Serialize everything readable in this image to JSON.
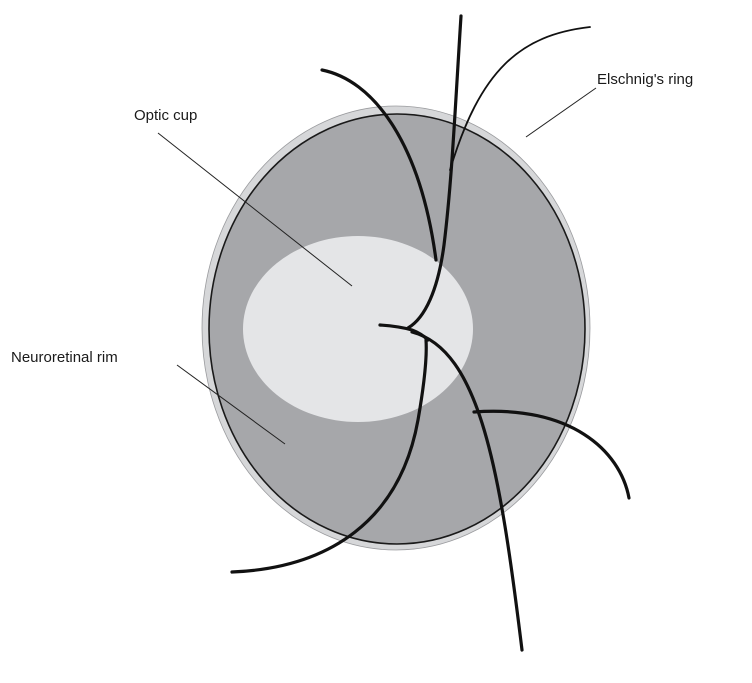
{
  "labels": {
    "optic_cup": "Optic cup",
    "elschnigs_ring": "Elschnig's ring",
    "neuroretinal_rim": "Neuroretinal rim"
  },
  "colors": {
    "ring": "#d6d7d9",
    "rim": "#a6a7aa",
    "cup": "#e4e5e7",
    "vessel": "#111111",
    "leader": "#222222"
  }
}
